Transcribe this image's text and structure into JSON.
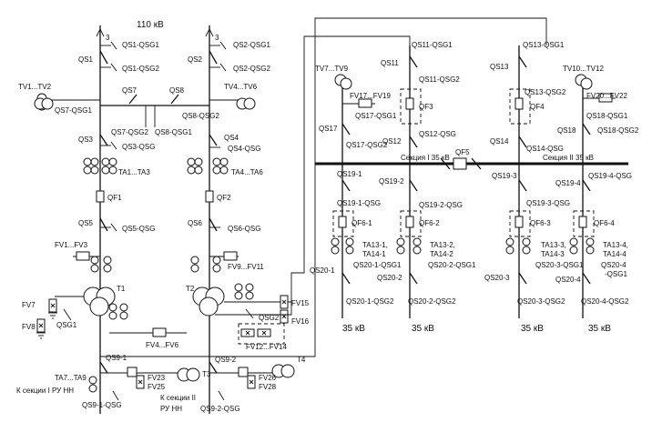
{
  "header": {
    "voltage_110": "110 кВ"
  },
  "labels": {
    "qs1": "QS1",
    "qs1_qsg1": "QS1-QSG1",
    "qs1_qsg2": "QS1-QSG2",
    "qs2": "QS2",
    "qs2_qsg1": "QS2-QSG1",
    "qs2_qsg2": "QS2-QSG2",
    "num3_left": "3",
    "num3_right": "3",
    "tv1_tv2": "TV1...TV2",
    "tv4_tv6": "TV4...TV6",
    "qs7": "QS7",
    "qs8": "QS8",
    "qs7_qsg1": "QS7-QSG1",
    "qs8_qsg2": "QS8-QSG2",
    "qs7_qsg2": "QS7-QSG2",
    "qs8_qsg1": "QS8-QSG1",
    "qs3": "QS3",
    "qs3_qsg": "QS3-QSG",
    "qs4": "QS4",
    "qs4_qsg": "QS4-QSG",
    "ta1_ta3": "TA1...TA3",
    "ta4_ta6": "TA4...TA6",
    "qf1": "QF1",
    "qf2": "QF2",
    "qs5": "QS5",
    "qs5_qsg": "QS5-QSG",
    "qs6": "QS6",
    "qs6_qsg": "QS6-QSG",
    "fv1_fv3": "FV1...FV3",
    "fv9_fv11": "FV9...FV11",
    "t1": "T1",
    "t2": "T2",
    "fv7": "FV7",
    "fv8": "FV8",
    "qsg1": "QSG1",
    "qsg2_t2": "QSG2",
    "fv15": "FV15",
    "fv16": "FV16",
    "fv4_fv6": "FV4...FV6",
    "fv12_fv14": "FV12...FV14",
    "qs9_1": "QS9-1",
    "qs9_2": "QS9-2",
    "ta7_ta9": "TA7...TA9",
    "fv23": "FV23",
    "fv25": "FV25",
    "fv26": "FV26",
    "fv28": "FV28",
    "t3": "T3",
    "t4": "T4",
    "k_sek1": "К секции I РУ НН",
    "k_sek2a": "К секции II",
    "k_sek2b": "РУ НН",
    "qs9_1_qsg": "QS9-1-QSG",
    "qs9_2_qsg": "QS9-2-QSG",
    "tv7_tv9": "TV7...TV9",
    "tv10_tv12": "TV10...TV12",
    "fv17_fv19": "FV17...FV19",
    "fv20_fv22": "FV20...FV22",
    "qs11_qsg1": "QS11-QSG1",
    "qs11": "QS11",
    "qs11_qsg2": "QS11-QSG2",
    "qs13_qsg1": "QS13-QSG1",
    "qs13": "QS13",
    "qs13_qsg2": "QS13-QSG2",
    "qs17": "QS17",
    "qs17_qsg1": "QS17-QSG1",
    "qs17_qsg2": "QS17-QSG2",
    "qs18": "QS18",
    "qs18_qsg1": "QS18-QSG1",
    "qs18_qsg2": "QS18-QSG2",
    "qf3": "QF3",
    "qf4": "QF4",
    "qs12": "QS12",
    "qs12_qsg": "QS12-QSG",
    "qs14": "QS14",
    "qs14_qsg": "QS14-QSG",
    "qf5": "QF5",
    "sek1": "Секция I  35 кВ",
    "sek2": "Секция II 35 кВ",
    "qs19_1": "QS19-1",
    "qs19_2": "QS19-2",
    "qs19_3": "QS19-3",
    "qs19_4": "QS19-4",
    "qs19_1_qsg": "QS19-1-QSG",
    "qs19_2_qsg": "QS19-2-QSG",
    "qs19_3_qsg": "QS19-3-QSG",
    "qs19_4_qsg": "QS19-4-QSG",
    "qf6_1": "QF6-1",
    "qf6_2": "QF6-2",
    "qf6_3": "QF6-3",
    "qf6_4": "QF6-4",
    "ta13_1": "TA13-1,",
    "ta14_1": "TA14-1",
    "ta13_2": "TA13-2,",
    "ta14_2": "TA14-2",
    "ta13_3": "TA13-3,",
    "ta14_3": "TA14-3",
    "ta13_4": "TA13-4,",
    "ta14_4": "TA14-4",
    "qs20_1": "QS20-1",
    "qs20_2": "QS20-2",
    "qs20_3": "QS20-3",
    "qs20_4": "QS20-4",
    "qs20_1_qsg1": "QS20-1-QSG1",
    "qs20_1_qsg2": "QS20-1-QSG2",
    "qs20_2_qsg1": "QS20-2-QSG1",
    "qs20_2_qsg2": "QS20-2-QSG2",
    "qs20_3_qsg1": "QS20-3-QSG1",
    "qs20_3_qsg2": "QS20-3-QSG2",
    "qs20_4_qsg1": "QS20-4",
    "qs20_4_qsg1b": "-QSG1",
    "qs20_4_qsg2": "QS20-4-QSG2",
    "kv35_1": "35 кВ",
    "kv35_2": "35 кВ",
    "kv35_3": "35 кВ",
    "kv35_4": "35 кВ"
  }
}
